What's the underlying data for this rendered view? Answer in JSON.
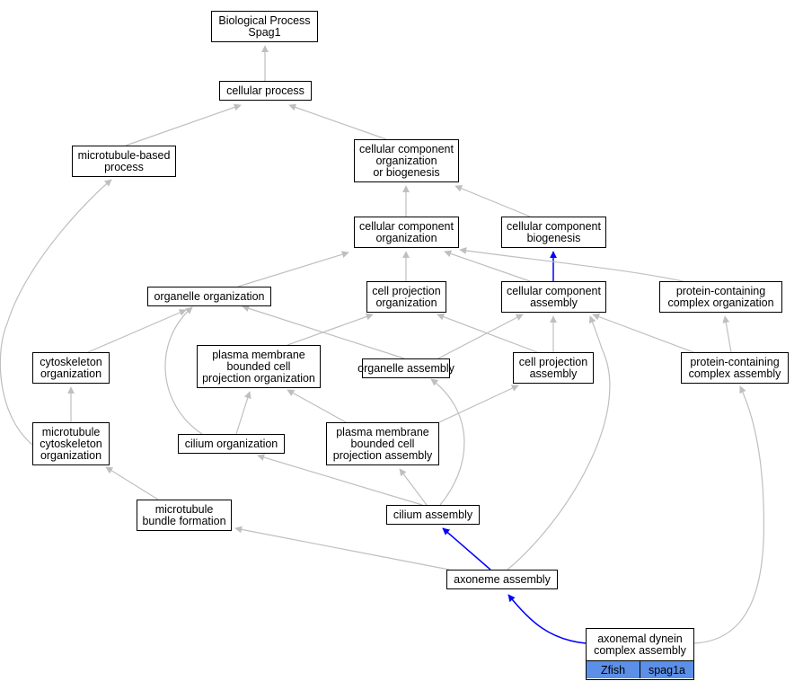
{
  "colors": {
    "edge": "#bfbfbf",
    "edge_highlight": "#0000ff",
    "leaf_fill": "#5b8fe8"
  },
  "nodes": {
    "bp": {
      "lines": [
        "Biological Process",
        "Spag1"
      ]
    },
    "cp": {
      "lines": [
        "cellular process"
      ]
    },
    "mbp": {
      "lines": [
        "microtubule-based",
        "process"
      ]
    },
    "ccob": {
      "lines": [
        "cellular component",
        "organization",
        "or biogenesis"
      ]
    },
    "cco": {
      "lines": [
        "cellular component",
        "organization"
      ]
    },
    "ccb": {
      "lines": [
        "cellular component",
        "biogenesis"
      ]
    },
    "oo": {
      "lines": [
        "organelle organization"
      ]
    },
    "cpo": {
      "lines": [
        "cell projection",
        "organization"
      ]
    },
    "cca": {
      "lines": [
        "cellular component",
        "assembly"
      ]
    },
    "pco": {
      "lines": [
        "protein-containing",
        "complex organization"
      ]
    },
    "co": {
      "lines": [
        "cytoskeleton",
        "organization"
      ]
    },
    "pmbcpo": {
      "lines": [
        "plasma membrane",
        "bounded cell",
        "projection organization"
      ]
    },
    "oa": {
      "lines": [
        "organelle assembly"
      ]
    },
    "cpa": {
      "lines": [
        "cell projection",
        "assembly"
      ]
    },
    "pca": {
      "lines": [
        "protein-containing",
        "complex assembly"
      ]
    },
    "mco": {
      "lines": [
        "microtubule",
        "cytoskeleton",
        "organization"
      ]
    },
    "cio": {
      "lines": [
        "cilium organization"
      ]
    },
    "pmbcpa": {
      "lines": [
        "plasma membrane",
        "bounded cell",
        "projection assembly"
      ]
    },
    "mbf": {
      "lines": [
        "microtubule",
        "bundle formation"
      ]
    },
    "cia": {
      "lines": [
        "cilium assembly"
      ]
    },
    "axa": {
      "lines": [
        "axoneme assembly"
      ]
    },
    "adca": {
      "lines": [
        "axonemal dynein",
        "complex assembly"
      ],
      "cells": [
        "Zfish",
        "spag1a"
      ]
    }
  }
}
